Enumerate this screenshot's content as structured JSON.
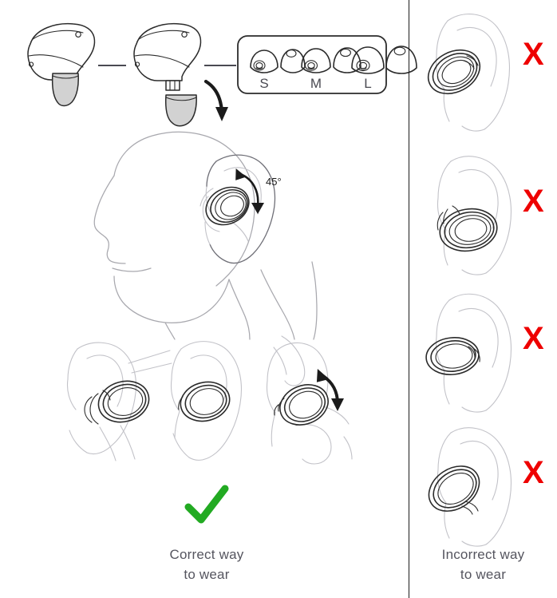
{
  "document": {
    "title": "Earbud fitting and wearing instructions",
    "background_color": "#ffffff",
    "divider_color": "#1c1c1c"
  },
  "colors": {
    "correct_green": "#22aa22",
    "incorrect_red": "#ee0000",
    "line_dark": "#2b2b2b",
    "line_light": "#a8a8ae",
    "tip_gray_fill": "#d2d2d2",
    "caption_text": "#55555f"
  },
  "left_panel": {
    "name": "correct-way-panel",
    "step_row": {
      "earbud_with_tip": {
        "label": "earbud-with-tip-attached"
      },
      "earbud_tip_removed": {
        "label": "earbud-with-tip-detached"
      },
      "detached_tip": {
        "label": "detached-silicone-ear-tip"
      },
      "down_arrow": {
        "label": "swap-tip-arrow"
      },
      "connector_1": {
        "label": "connector-line-1"
      },
      "connector_2": {
        "label": "connector-line-2"
      },
      "tip_size_box": {
        "label": "ear-tip-size-options",
        "sizes": [
          {
            "code": "S",
            "name": "small"
          },
          {
            "code": "M",
            "name": "medium"
          },
          {
            "code": "L",
            "name": "large"
          }
        ]
      }
    },
    "head_diagram": {
      "label": "head-profile-with-earbud",
      "angle_annotation": "45°",
      "angle_arrow": "double-headed-rotation-arrow"
    },
    "fit_steps": [
      {
        "index": 1,
        "label": "insert-earbud-into-ear-canal"
      },
      {
        "index": 2,
        "label": "earbud-seated-in-ear"
      },
      {
        "index": 3,
        "label": "rotate-earbud-to-lock",
        "arrow": "rotate-arrow"
      }
    ],
    "verdict": {
      "icon": "green-check-icon",
      "caption_line_1": "Correct way",
      "caption_line_2": "to wear"
    }
  },
  "right_panel": {
    "name": "incorrect-way-panel",
    "examples": [
      {
        "index": 1,
        "label": "earbud-too-far-forward-and-tilted",
        "mark": "X"
      },
      {
        "index": 2,
        "label": "earbud-angled-downward-out-of-canal",
        "mark": "X"
      },
      {
        "index": 3,
        "label": "earbud-horizontal-not-rotated",
        "mark": "X"
      },
      {
        "index": 4,
        "label": "earbud-tilted-upward-incorrectly",
        "mark": "X"
      }
    ],
    "verdict": {
      "caption_line_1": "Incorrect way",
      "caption_line_2": "to wear"
    }
  }
}
